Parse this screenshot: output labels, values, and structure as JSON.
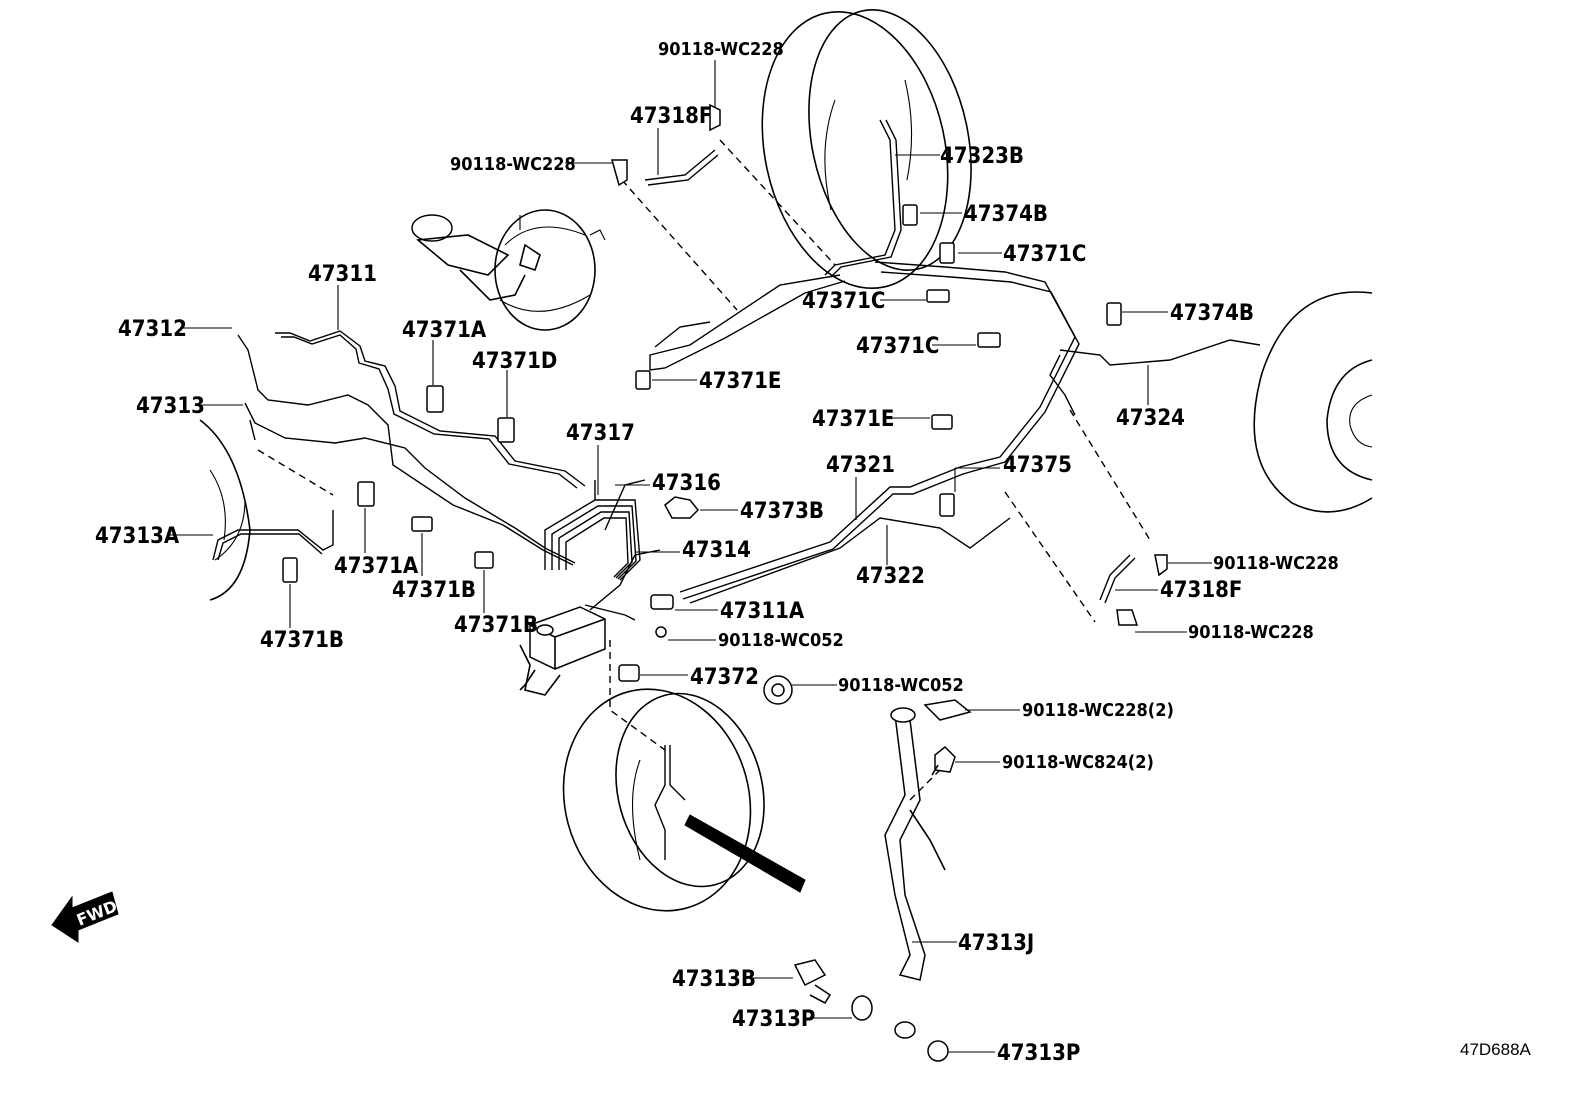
{
  "diagram": {
    "ref_code": "47D688A",
    "fwd_label": "FWD",
    "colors": {
      "ink": "#000000",
      "paper": "#ffffff"
    },
    "labels": [
      "90118-WC228",
      "47318F",
      "90118-WC228",
      "47323B",
      "47374B",
      "47371C",
      "47311",
      "47312",
      "47371A",
      "47371D",
      "47371C",
      "47374B",
      "47371C",
      "47371E",
      "47313",
      "47371E",
      "47324",
      "47317",
      "47321",
      "47375",
      "47316",
      "47373B",
      "47313A",
      "47314",
      "90118-WC228",
      "47371A",
      "47371B",
      "47322",
      "47318F",
      "47311A",
      "90118-WC228",
      "47371B",
      "47371B",
      "90118-WC052",
      "47372",
      "90118-WC052",
      "90118-WC228(2)",
      "90118-WC824(2)",
      "47313J",
      "47313B",
      "47313P",
      "47313P"
    ]
  }
}
